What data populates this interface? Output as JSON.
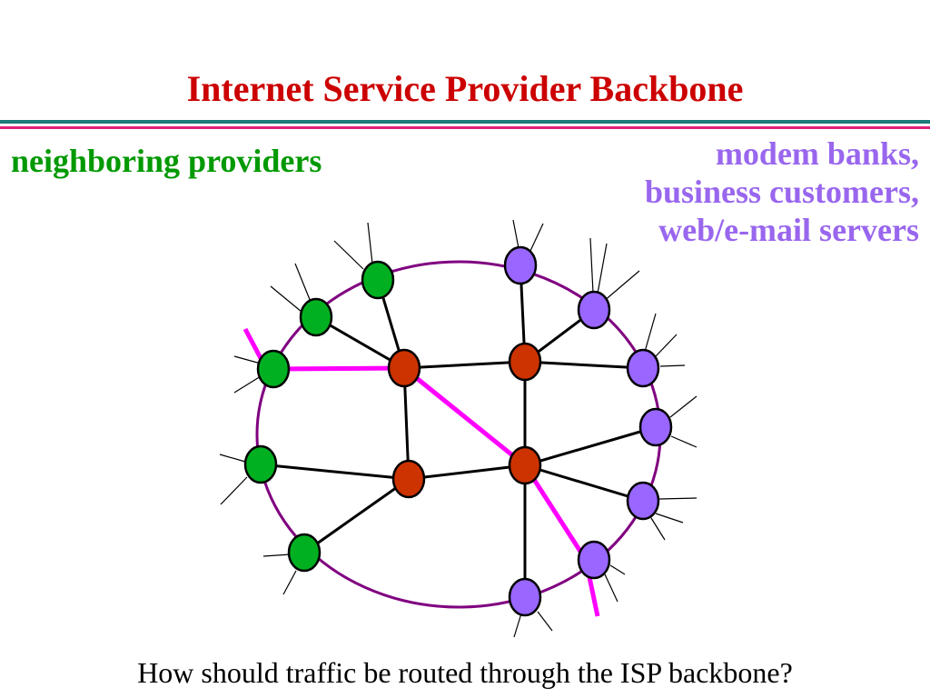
{
  "title": "Internet Service Provider Backbone",
  "neighbor_label": "neighboring providers",
  "customer_label_lines": [
    "modem banks,",
    "business customers,",
    "web/e-mail servers"
  ],
  "question": "How should traffic be routed through the ISP backbone?",
  "colors": {
    "title": "#cc0000",
    "neighbor": "#009900",
    "customer": "#9966ee",
    "backbone_router": "#cc3300",
    "edge_neighbor": "#00b020",
    "edge_customer": "#9966ff",
    "route_highlight": "#ff00ff",
    "boundary": "#800080"
  }
}
